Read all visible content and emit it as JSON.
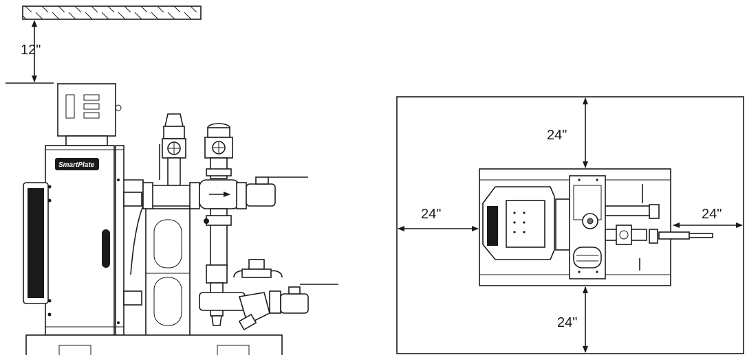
{
  "side_view": {
    "ceiling_clearance": "12\"",
    "logo_text": "SmartPlate"
  },
  "top_view": {
    "clearance_top": "24\"",
    "clearance_left": "24\"",
    "clearance_right": "24\"",
    "clearance_bottom": "24\""
  },
  "colors": {
    "line": "#1a1a1a",
    "background": "#ffffff"
  }
}
